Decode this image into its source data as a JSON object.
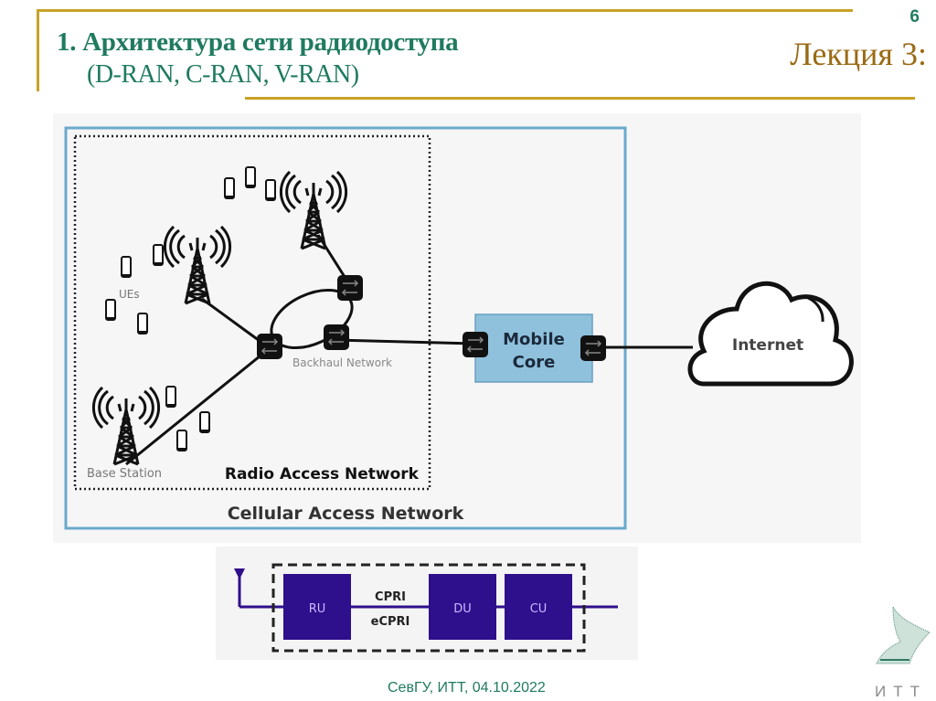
{
  "slide": {
    "page_number": "6",
    "title_line1": "1. Архитектура сети радиодоступа",
    "title_line2": "(D-RAN, C-RAN, V-RAN)",
    "lecture_label": "Лекция 3:",
    "footer": "СевГУ, ИТТ, 04.10.2022",
    "logo_text": "ИТТ"
  },
  "colors": {
    "title_green": "#1f7a60",
    "accent_gold": "#c9a227",
    "lecture_brown": "#9a6a14",
    "core_blue": "#8fc1dd",
    "cellular_border": "#6aa9cc",
    "fronthaul_purple": "#2e0f8c"
  },
  "diagram": {
    "labels": {
      "ues": "UEs",
      "backhaul": "Backhaul Network",
      "base_station": "Base Station",
      "ran": "Radio Access Network",
      "cellular": "Cellular Access Network",
      "mobile_core_line1": "Mobile",
      "mobile_core_line2": "Core",
      "internet": "Internet"
    },
    "icons": {
      "tower": "cell-tower-icon",
      "phone": "smartphone-icon",
      "switch": "network-switch-icon",
      "cloud": "cloud-icon"
    }
  },
  "fronthaul": {
    "ru": "RU",
    "du": "DU",
    "cu": "CU",
    "link_top": "CPRI",
    "link_bottom": "eCPRI",
    "antenna_icon": "antenna-icon"
  }
}
